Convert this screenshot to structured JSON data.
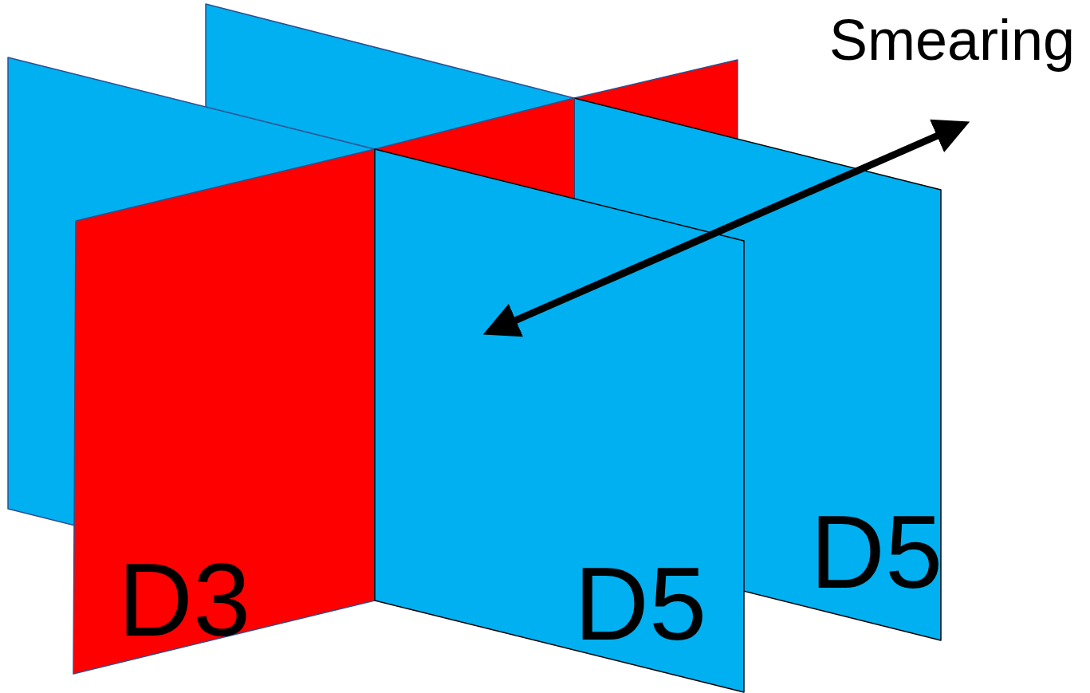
{
  "diagram": {
    "nodes": [
      {
        "text": [
          "D3"
        ]
      },
      {
        "text": [
          "D5"
        ]
      },
      {
        "text": [
          "D5"
        ]
      }
    ],
    "labels": [
      "Smearing"
    ]
  }
}
